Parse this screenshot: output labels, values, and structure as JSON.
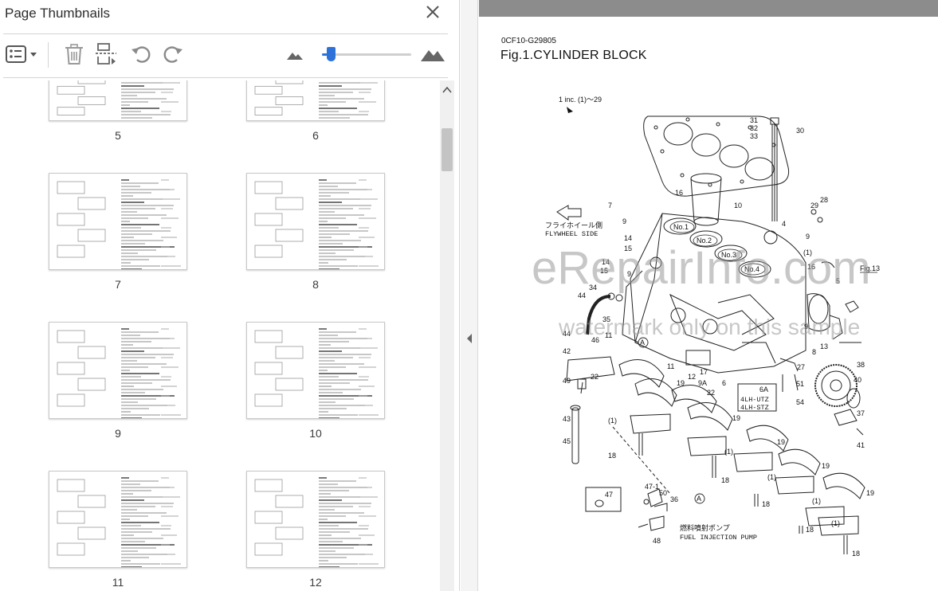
{
  "panel": {
    "title": "Page Thumbnails",
    "close_icon": "close-icon"
  },
  "toolbar": {
    "options_icon": "thumbnail-options-icon",
    "delete_icon": "trash-icon",
    "extract_icon": "extract-pages-icon",
    "rotate_ccw_icon": "rotate-counterclockwise-icon",
    "rotate_cw_icon": "rotate-clockwise-icon",
    "zoom_out_icon": "small-mountain-icon",
    "zoom_in_icon": "large-mountain-icon",
    "zoom_level": 0.06
  },
  "thumbnails": [
    {
      "page": "5"
    },
    {
      "page": "6"
    },
    {
      "page": "7"
    },
    {
      "page": "8"
    },
    {
      "page": "9"
    },
    {
      "page": "10"
    },
    {
      "page": "11"
    },
    {
      "page": "12"
    }
  ],
  "colors": {
    "accent": "#2d72d9",
    "doc_topbar": "#8c8c8c"
  },
  "document": {
    "code": "0CF10-G29805",
    "title": "Fig.1.CYLINDER BLOCK",
    "watermark_main": "eRepairInfo.com",
    "watermark_sub": "watermark only on this sample",
    "diagram": {
      "header_note": "1 inc. (1)～29",
      "flywheel_jp": "フライホイール側",
      "flywheel_en": "FLYWHEEL SIDE",
      "pump_jp": "燃料噴射ポンプ",
      "pump_en": "FUEL INJECTION PUMP",
      "model_a": "4LH-UTZ",
      "model_b": "4LH-STZ",
      "model_box_label": "6A",
      "fig_ref": "Fig.13",
      "ref_a": "A",
      "cyl_labels": [
        "No.1",
        "No.2",
        "No.3",
        "No.4"
      ],
      "labels": {
        "l31": "31",
        "l32": "32",
        "l33": "33",
        "l30": "30",
        "l16a": "16",
        "l10": "10",
        "l7": "7",
        "l9a": "9",
        "l14a": "14",
        "l15a": "15",
        "l14b": "14",
        "l15b": "15",
        "l4": "4",
        "l29": "29",
        "l28": "28",
        "l9b": "9",
        "l1a": "(1)",
        "l16b": "16",
        "l5": "5",
        "l9c": "9",
        "l34": "34",
        "l44a": "44",
        "l35": "35",
        "l11a": "11",
        "l44b": "44",
        "l42": "42",
        "l46": "46",
        "l22a": "22",
        "l49": "49",
        "l43": "43",
        "l45": "45",
        "l1b": "(1)",
        "l18a": "18",
        "l11b": "11",
        "l12": "12",
        "l17": "17",
        "l9A": "9A",
        "l22b": "22",
        "l19a": "19",
        "l6": "6",
        "l9d": "9",
        "l8": "8",
        "l13": "13",
        "l27": "27",
        "l51": "51",
        "l54": "54",
        "l38": "38",
        "l40": "40",
        "l37": "37",
        "l41": "41",
        "l19b": "19",
        "l1c": "(1)",
        "l19c": "19",
        "l1d": "(1)",
        "l19d": "19",
        "l18b": "18",
        "l1e": "(1)",
        "l18c": "18",
        "l19e": "19",
        "l1f": "(1)",
        "l18d": "18",
        "l47a": "47",
        "l471": "47-1",
        "l50": "50",
        "l36": "36",
        "l48": "48",
        "l18e": "18"
      }
    }
  }
}
